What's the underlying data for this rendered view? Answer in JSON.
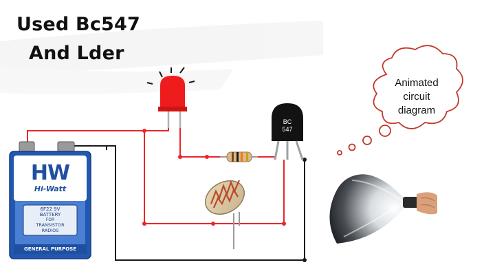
{
  "title": {
    "line1": "Used Bc547",
    "line2": "And Lder"
  },
  "thought_bubble": {
    "line1": "Animated",
    "line2": "circuit",
    "line3": "diagram"
  },
  "battery": {
    "brand_logo": "HW",
    "brand_name": "Hi-Watt",
    "label_line1": "6F22 9V",
    "label_line2": "BATTERY",
    "label_line3": "FOR",
    "label_line4": "TRANSISTOR",
    "label_line5": "RADIOS",
    "footer": "GENERAL PURPOSE"
  },
  "transistor": {
    "line1": "BC",
    "line2": "547"
  },
  "components": [
    "battery-9v",
    "red-led",
    "resistor",
    "ldr",
    "transistor-bc547",
    "flashlight"
  ],
  "colors": {
    "wire_red": "#e8262c",
    "wire_black": "#1a1a1a",
    "led_red": "#ee1c1c",
    "battery_blue": "#1f5fb8"
  }
}
